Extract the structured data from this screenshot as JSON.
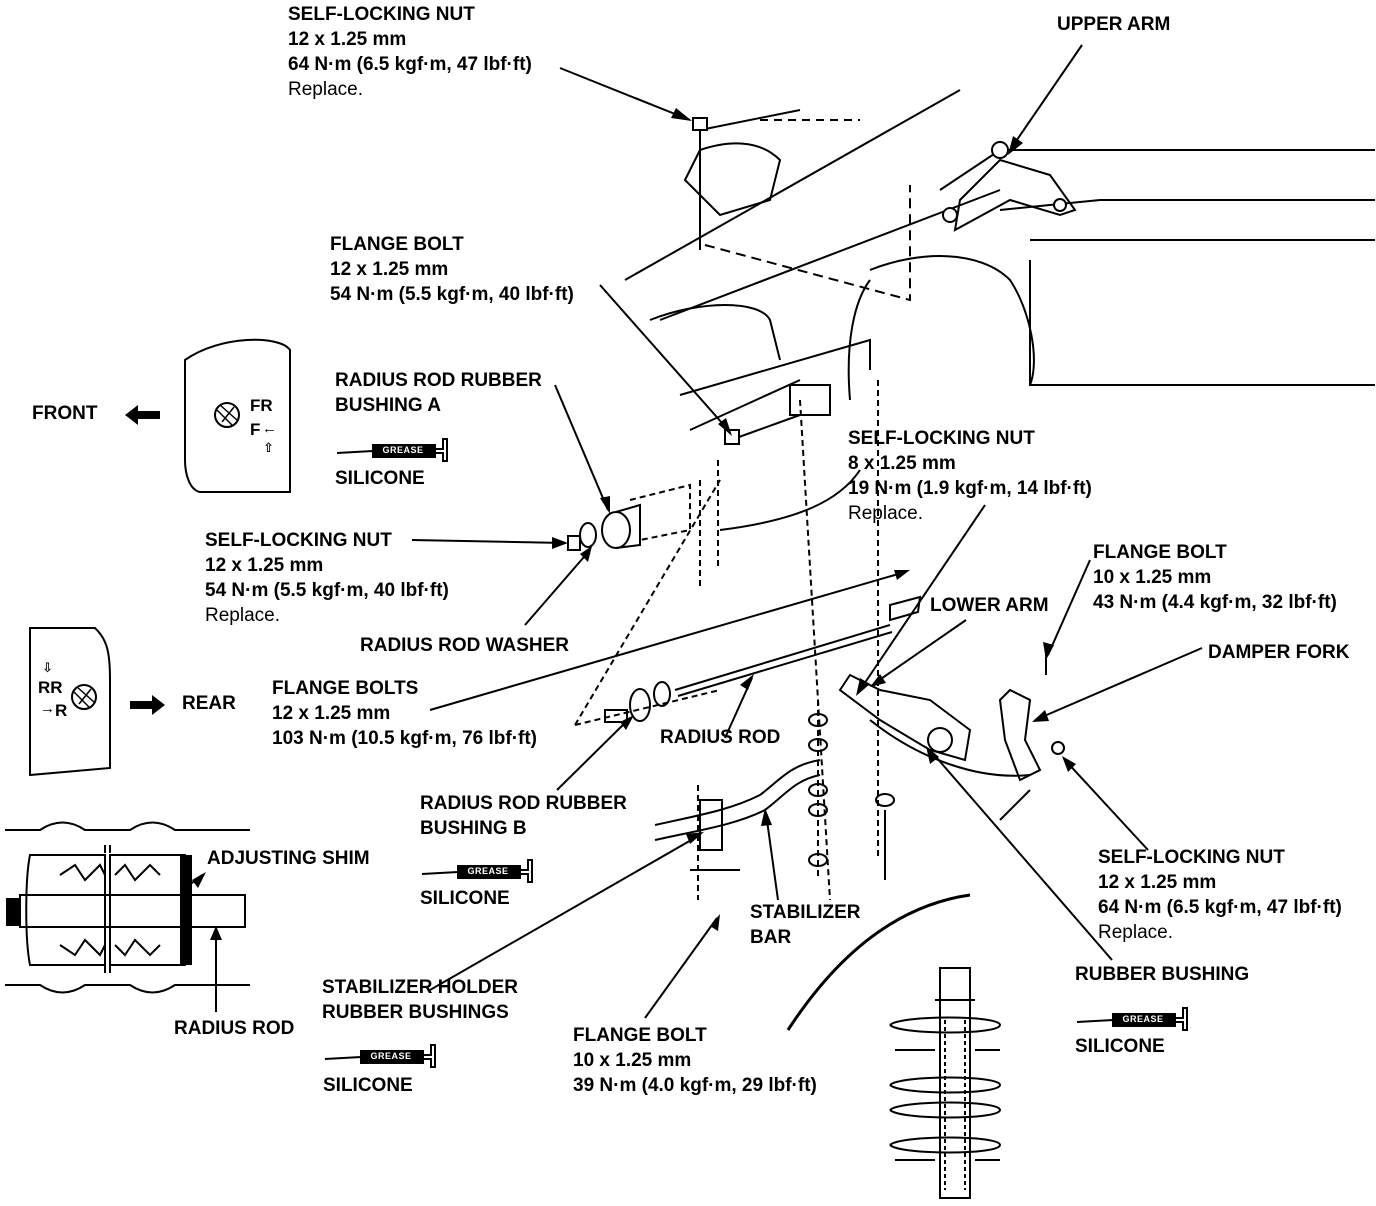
{
  "labels": {
    "top_nut": {
      "title": "SELF-LOCKING NUT",
      "size": "12 x 1.25 mm",
      "torque": "64 N·m (6.5 kgf·m, 47 lbf·ft)",
      "note": "Replace."
    },
    "upper_arm": {
      "title": "UPPER ARM"
    },
    "flange_bolt_upper": {
      "title": "FLANGE BOLT",
      "size": "12 x 1.25 mm",
      "torque": "54 N·m (5.5 kgf·m, 40 lbf·ft)"
    },
    "bushing_a": {
      "line1": "RADIUS ROD RUBBER",
      "line2": "BUSHING A"
    },
    "nut_8": {
      "title": "SELF-LOCKING NUT",
      "size": "8 x 1.25 mm",
      "torque": "19 N·m (1.9 kgf·m, 14 lbf·ft)",
      "note": "Replace."
    },
    "nut_left": {
      "title": "SELF-LOCKING NUT",
      "size": "12 x 1.25 mm",
      "torque": "54 N·m (5.5 kgf·m, 40 lbf·ft)",
      "note": "Replace."
    },
    "flange_bolt_10_right": {
      "title": "FLANGE BOLT",
      "size": "10 x 1.25 mm",
      "torque": "43 N·m (4.4 kgf·m, 32 lbf·ft)"
    },
    "lower_arm": {
      "title": "LOWER ARM"
    },
    "damper_fork": {
      "title": "DAMPER FORK"
    },
    "radius_rod_washer": {
      "title": "RADIUS ROD WASHER"
    },
    "flange_bolts": {
      "title": "FLANGE BOLTS",
      "size": "12 x 1.25 mm",
      "torque": "103 N·m (10.5 kgf·m, 76 lbf·ft)"
    },
    "radius_rod": {
      "title": "RADIUS ROD"
    },
    "bushing_b": {
      "line1": "RADIUS ROD RUBBER",
      "line2": "BUSHING B"
    },
    "adjusting_shim": {
      "title": "ADJUSTING SHIM"
    },
    "stabilizer_bar": {
      "line1": "STABILIZER",
      "line2": "BAR"
    },
    "nut_right": {
      "title": "SELF-LOCKING NUT",
      "size": "12 x 1.25 mm",
      "torque": "64 N·m (6.5 kgf·m, 47 lbf·ft)",
      "note": "Replace."
    },
    "rubber_bushing": {
      "title": "RUBBER BUSHING"
    },
    "radius_rod_inset": {
      "title": "RADIUS ROD"
    },
    "holder_bushings": {
      "line1": "STABILIZER HOLDER",
      "line2": "RUBBER BUSHINGS"
    },
    "flange_bolt_bottom": {
      "title": "FLANGE BOLT",
      "size": "10 x 1.25 mm",
      "torque": "39 N·m (4.0 kgf·m, 29 lbf·ft)"
    }
  },
  "grease_tag": "GREASE",
  "silicone": "SILICONE",
  "directions": {
    "front": "FRONT",
    "rear": "REAR",
    "fr": "FR",
    "f": "F",
    "rr": "RR",
    "r": "R"
  }
}
